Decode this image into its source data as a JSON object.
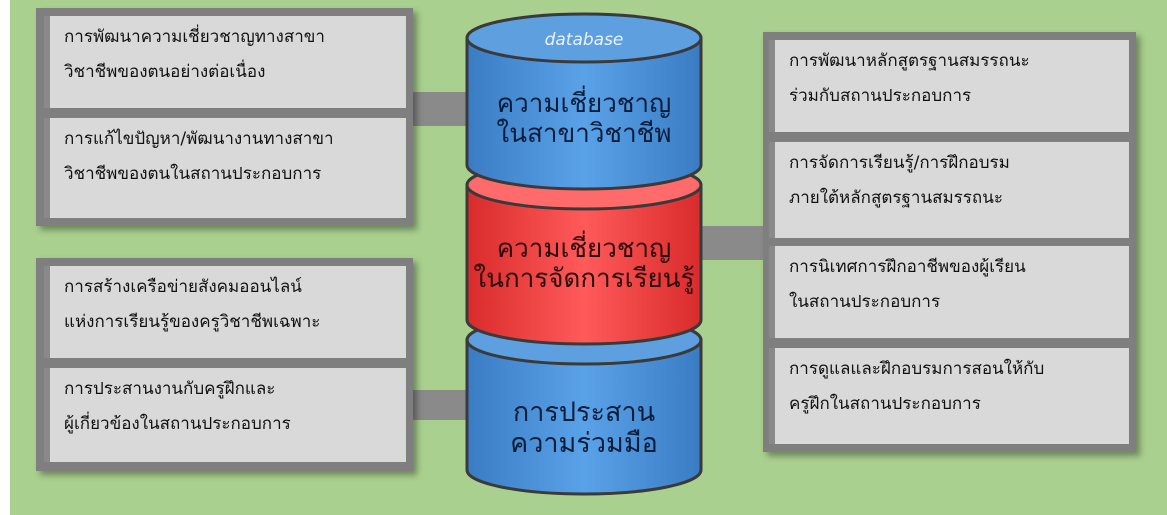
{
  "cylinders": {
    "top": {
      "header": "database",
      "line1": "ความเชี่ยวชาญ",
      "line2": "ในสาขาวิชาชีพ",
      "color": "#4a90d9"
    },
    "middle": {
      "line1": "ความเชี่ยวชาญ",
      "line2": "ในการจัดการเรียนรู้",
      "color": "#ee3b3b"
    },
    "bottom": {
      "line1": "การประสาน",
      "line2": "ความร่วมมือ",
      "color": "#4a90d9"
    }
  },
  "left_top": [
    "การพัฒนาความเชี่ยวชาญทางสาขา\nวิชาชีพของตนอย่างต่อเนื่อง",
    "การแก้ไขปัญหา/พัฒนางานทางสาขา\nวิชาชีพของตนในสถานประกอบการ"
  ],
  "left_bottom": [
    "การสร้างเครือข่ายสังคมออนไลน์\nแห่งการเรียนรู้ของครูวิชาชีพเฉพาะ",
    "การประสานงานกับครูฝึกและ\nผู้เกี่ยวข้องในสถานประกอบการ"
  ],
  "right": [
    "การพัฒนาหลักสูตรฐานสมรรถนะ\nร่วมกับสถานประกอบการ",
    "การจัดการเรียนรู้/การฝึกอบรม\nภายใต้หลักสูตรฐานสมรรถนะ",
    "การนิเทศการฝึกอาชีพของผู้เรียน\nในสถานประกอบการ",
    "การดูแลและฝึกอบรมการสอนให้กับ\nครูฝึกในสถานประกอบการ"
  ]
}
